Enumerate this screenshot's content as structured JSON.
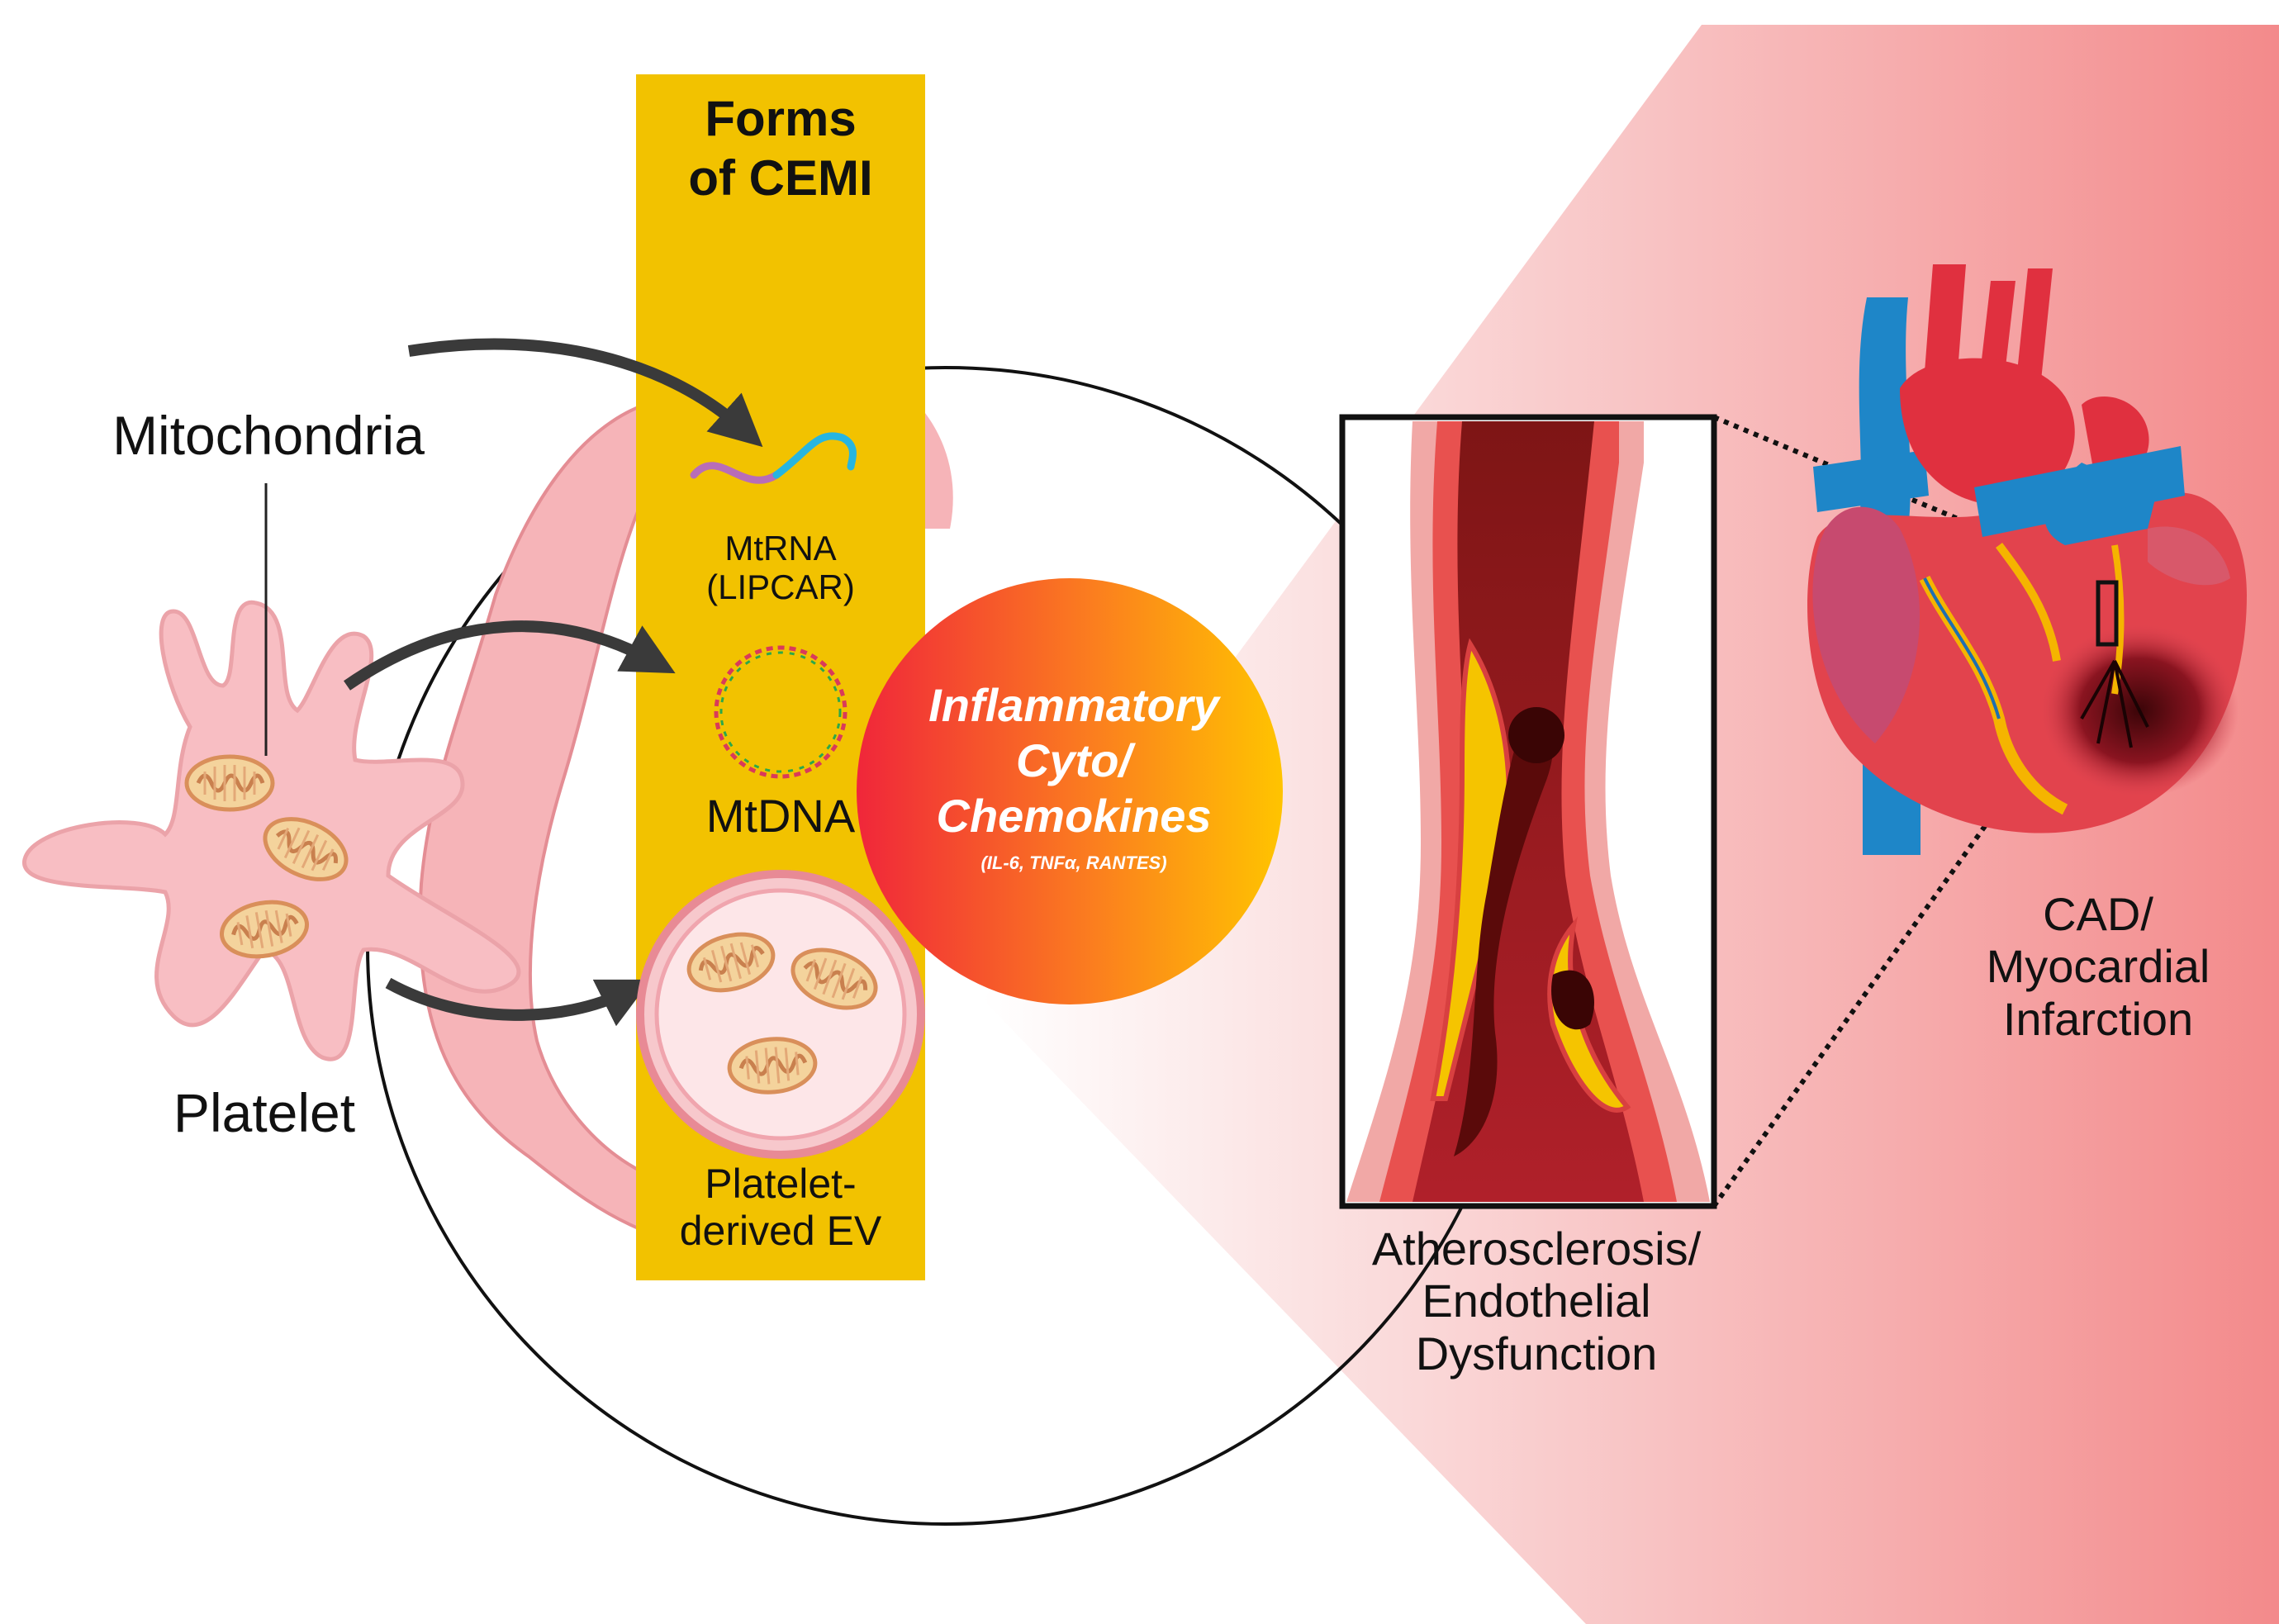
{
  "labels": {
    "mitochondria": "Mitochondria",
    "platelet": "Platelet",
    "forms_title": [
      "Forms",
      "of CEMI"
    ],
    "mtrna": [
      "MtRNA",
      "(LIPCAR)"
    ],
    "mtdna": "MtDNA",
    "ev": [
      "Platelet-",
      "derived EV"
    ],
    "inflammatory": [
      "Inflammatory",
      "Cyto/",
      "Chemokines"
    ],
    "inflammatory_examples": "(IL-6, TNFα, RANTES)",
    "athero": [
      "Atherosclerosis/",
      "Endothelial",
      "Dysfunction"
    ],
    "cad": [
      "CAD/",
      "Myocardial",
      "Infarction"
    ]
  },
  "icons": [
    "platelet-illustration",
    "mitochondrion-icon",
    "rna-strand-icon",
    "circular-dna-icon",
    "extracellular-vesicle-icon",
    "artery-plaque-illustration",
    "heart-illustration",
    "arrow-icon"
  ],
  "colors": {
    "forms_column": "#F2C200",
    "platelet": "#F7B8BD",
    "red_zone_light": "#FCE3E3",
    "red_zone_dark": "#F48A8A",
    "inflammatory_from": "#F0263A",
    "inflammatory_to": "#FFC400",
    "arrow": "#3A3A3A"
  }
}
